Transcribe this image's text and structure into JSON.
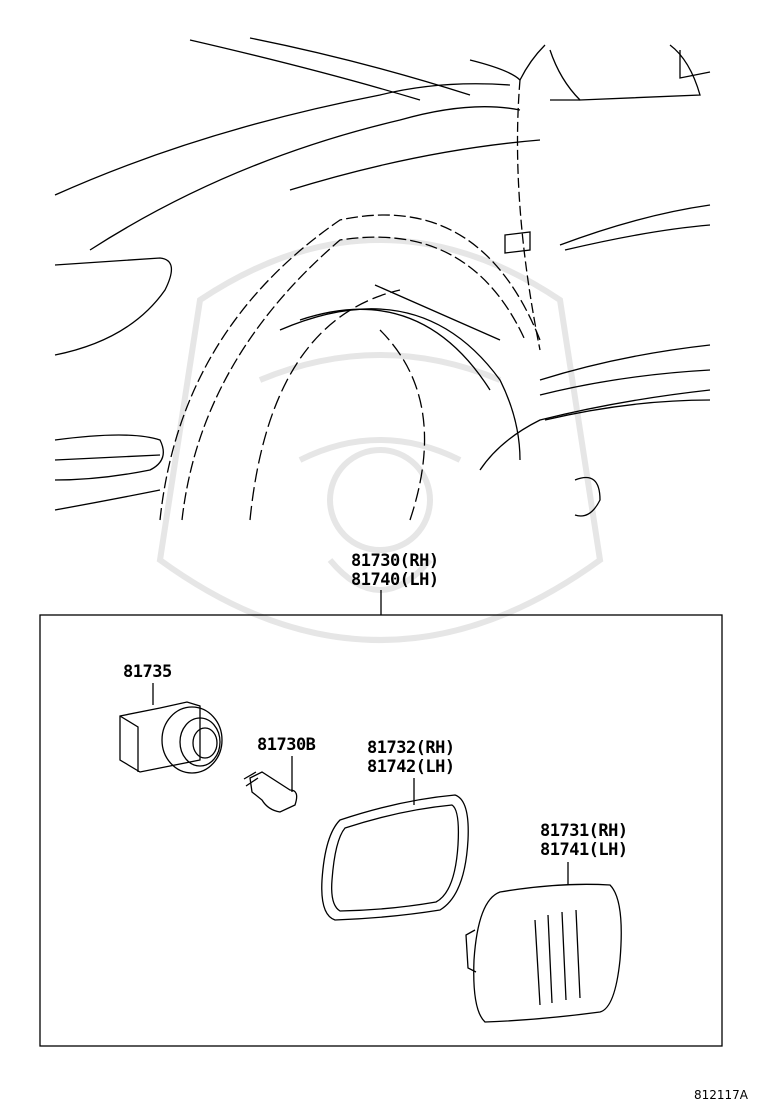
{
  "diagram": {
    "callouts": [
      {
        "lines": [
          "81730(RH)",
          "81740(LH)"
        ]
      },
      {
        "lines": [
          "81735"
        ]
      },
      {
        "lines": [
          "81730B"
        ]
      },
      {
        "lines": [
          "81732(RH)",
          "81742(LH)"
        ]
      },
      {
        "lines": [
          "81731(RH)",
          "81741(LH)"
        ]
      }
    ],
    "illustration_code": "812117A"
  }
}
